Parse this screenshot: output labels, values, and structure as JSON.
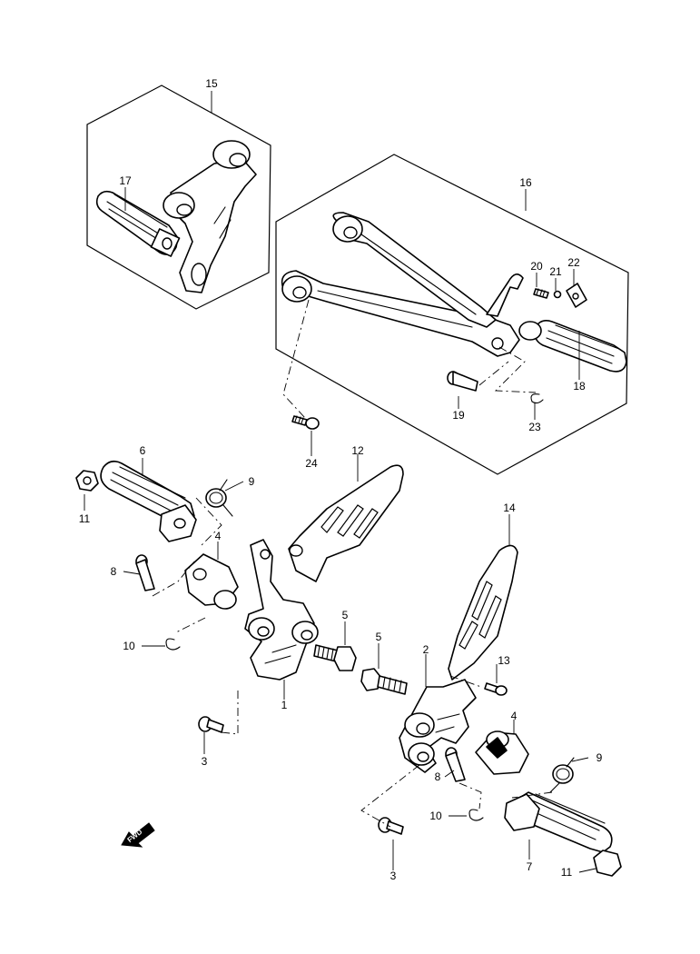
{
  "callouts": {
    "c1": "1",
    "c2": "2",
    "c3a": "3",
    "c3b": "3",
    "c4a": "4",
    "c4b": "4",
    "c5a": "5",
    "c5b": "5",
    "c6": "6",
    "c7": "7",
    "c8a": "8",
    "c8b": "8",
    "c9a": "9",
    "c9b": "9",
    "c10a": "10",
    "c10b": "10",
    "c11a": "11",
    "c11b": "11",
    "c12": "12",
    "c13": "13",
    "c14": "14",
    "c15": "15",
    "c16": "16",
    "c17": "17",
    "c18": "18",
    "c19": "19",
    "c20": "20",
    "c21": "21",
    "c22": "22",
    "c23": "23",
    "c24": "24"
  },
  "fwd_marker": {
    "label": "FWD"
  }
}
